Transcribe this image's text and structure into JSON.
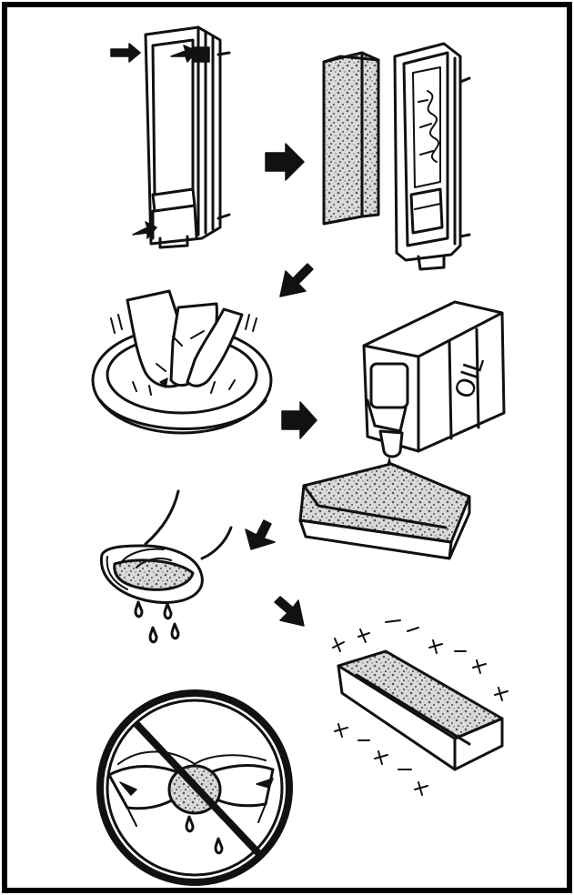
{
  "figure": {
    "frame_color": "#000000",
    "background": "#ffffff",
    "ink": "#111111",
    "sponge_fill": "#d6d6d6"
  },
  "steps": [
    {
      "id": "remove-filter",
      "icon": "air-filter-holder-icon"
    },
    {
      "id": "filter-separated",
      "icon": "filter-sponge-and-frame-icon"
    },
    {
      "id": "wash-in-basin",
      "icon": "hands-washing-in-basin-icon"
    },
    {
      "id": "apply-oil",
      "icon": "oil-can-over-sponge-icon"
    },
    {
      "id": "squeeze-gently",
      "icon": "hand-squeezing-sponge-icon"
    },
    {
      "id": "oiled-sponge",
      "icon": "oiled-sponge-icon"
    },
    {
      "id": "do-not-wring",
      "icon": "prohibited-wringing-icon"
    }
  ],
  "can_label": "OIL"
}
